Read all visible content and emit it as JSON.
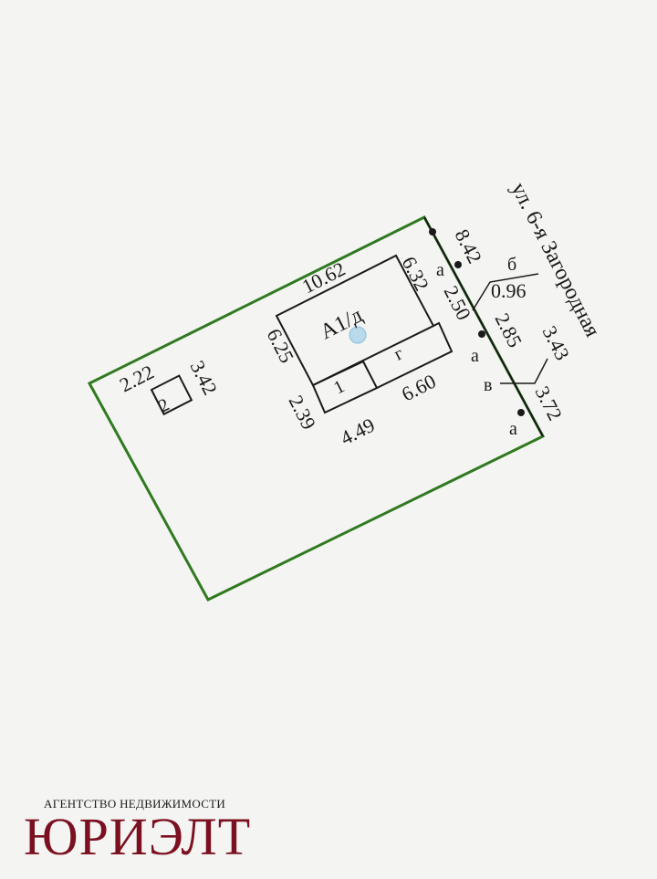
{
  "plan": {
    "street": "ул. 6-я Загородная",
    "building_label": "А1/д",
    "garage_label": "г",
    "extension_label": "1",
    "shed_label": "2",
    "dimensions": {
      "building_top": "10.62",
      "building_left": "6.25",
      "building_right": "6.32",
      "garage_side": "2.50",
      "garage_bottom": "6.60",
      "extension_left": "2.39",
      "extension_bottom": "4.49",
      "shed_width": "2.22",
      "shed_height": "3.42",
      "boundary_1": "8.42",
      "boundary_2": "2.85",
      "boundary_3": "3.72",
      "callout_b": "0.96",
      "callout_v": "3.43"
    },
    "point_labels": {
      "a1": "а",
      "a2": "а",
      "a3": "а",
      "b": "б",
      "v": "в"
    },
    "colors": {
      "boundary": "#2f7a1f",
      "logo": "#7b1020"
    }
  },
  "logo": {
    "subtitle": "АГЕНТСТВО НЕДВИЖИМОСТИ",
    "name": "ЮРИЭЛТ"
  }
}
